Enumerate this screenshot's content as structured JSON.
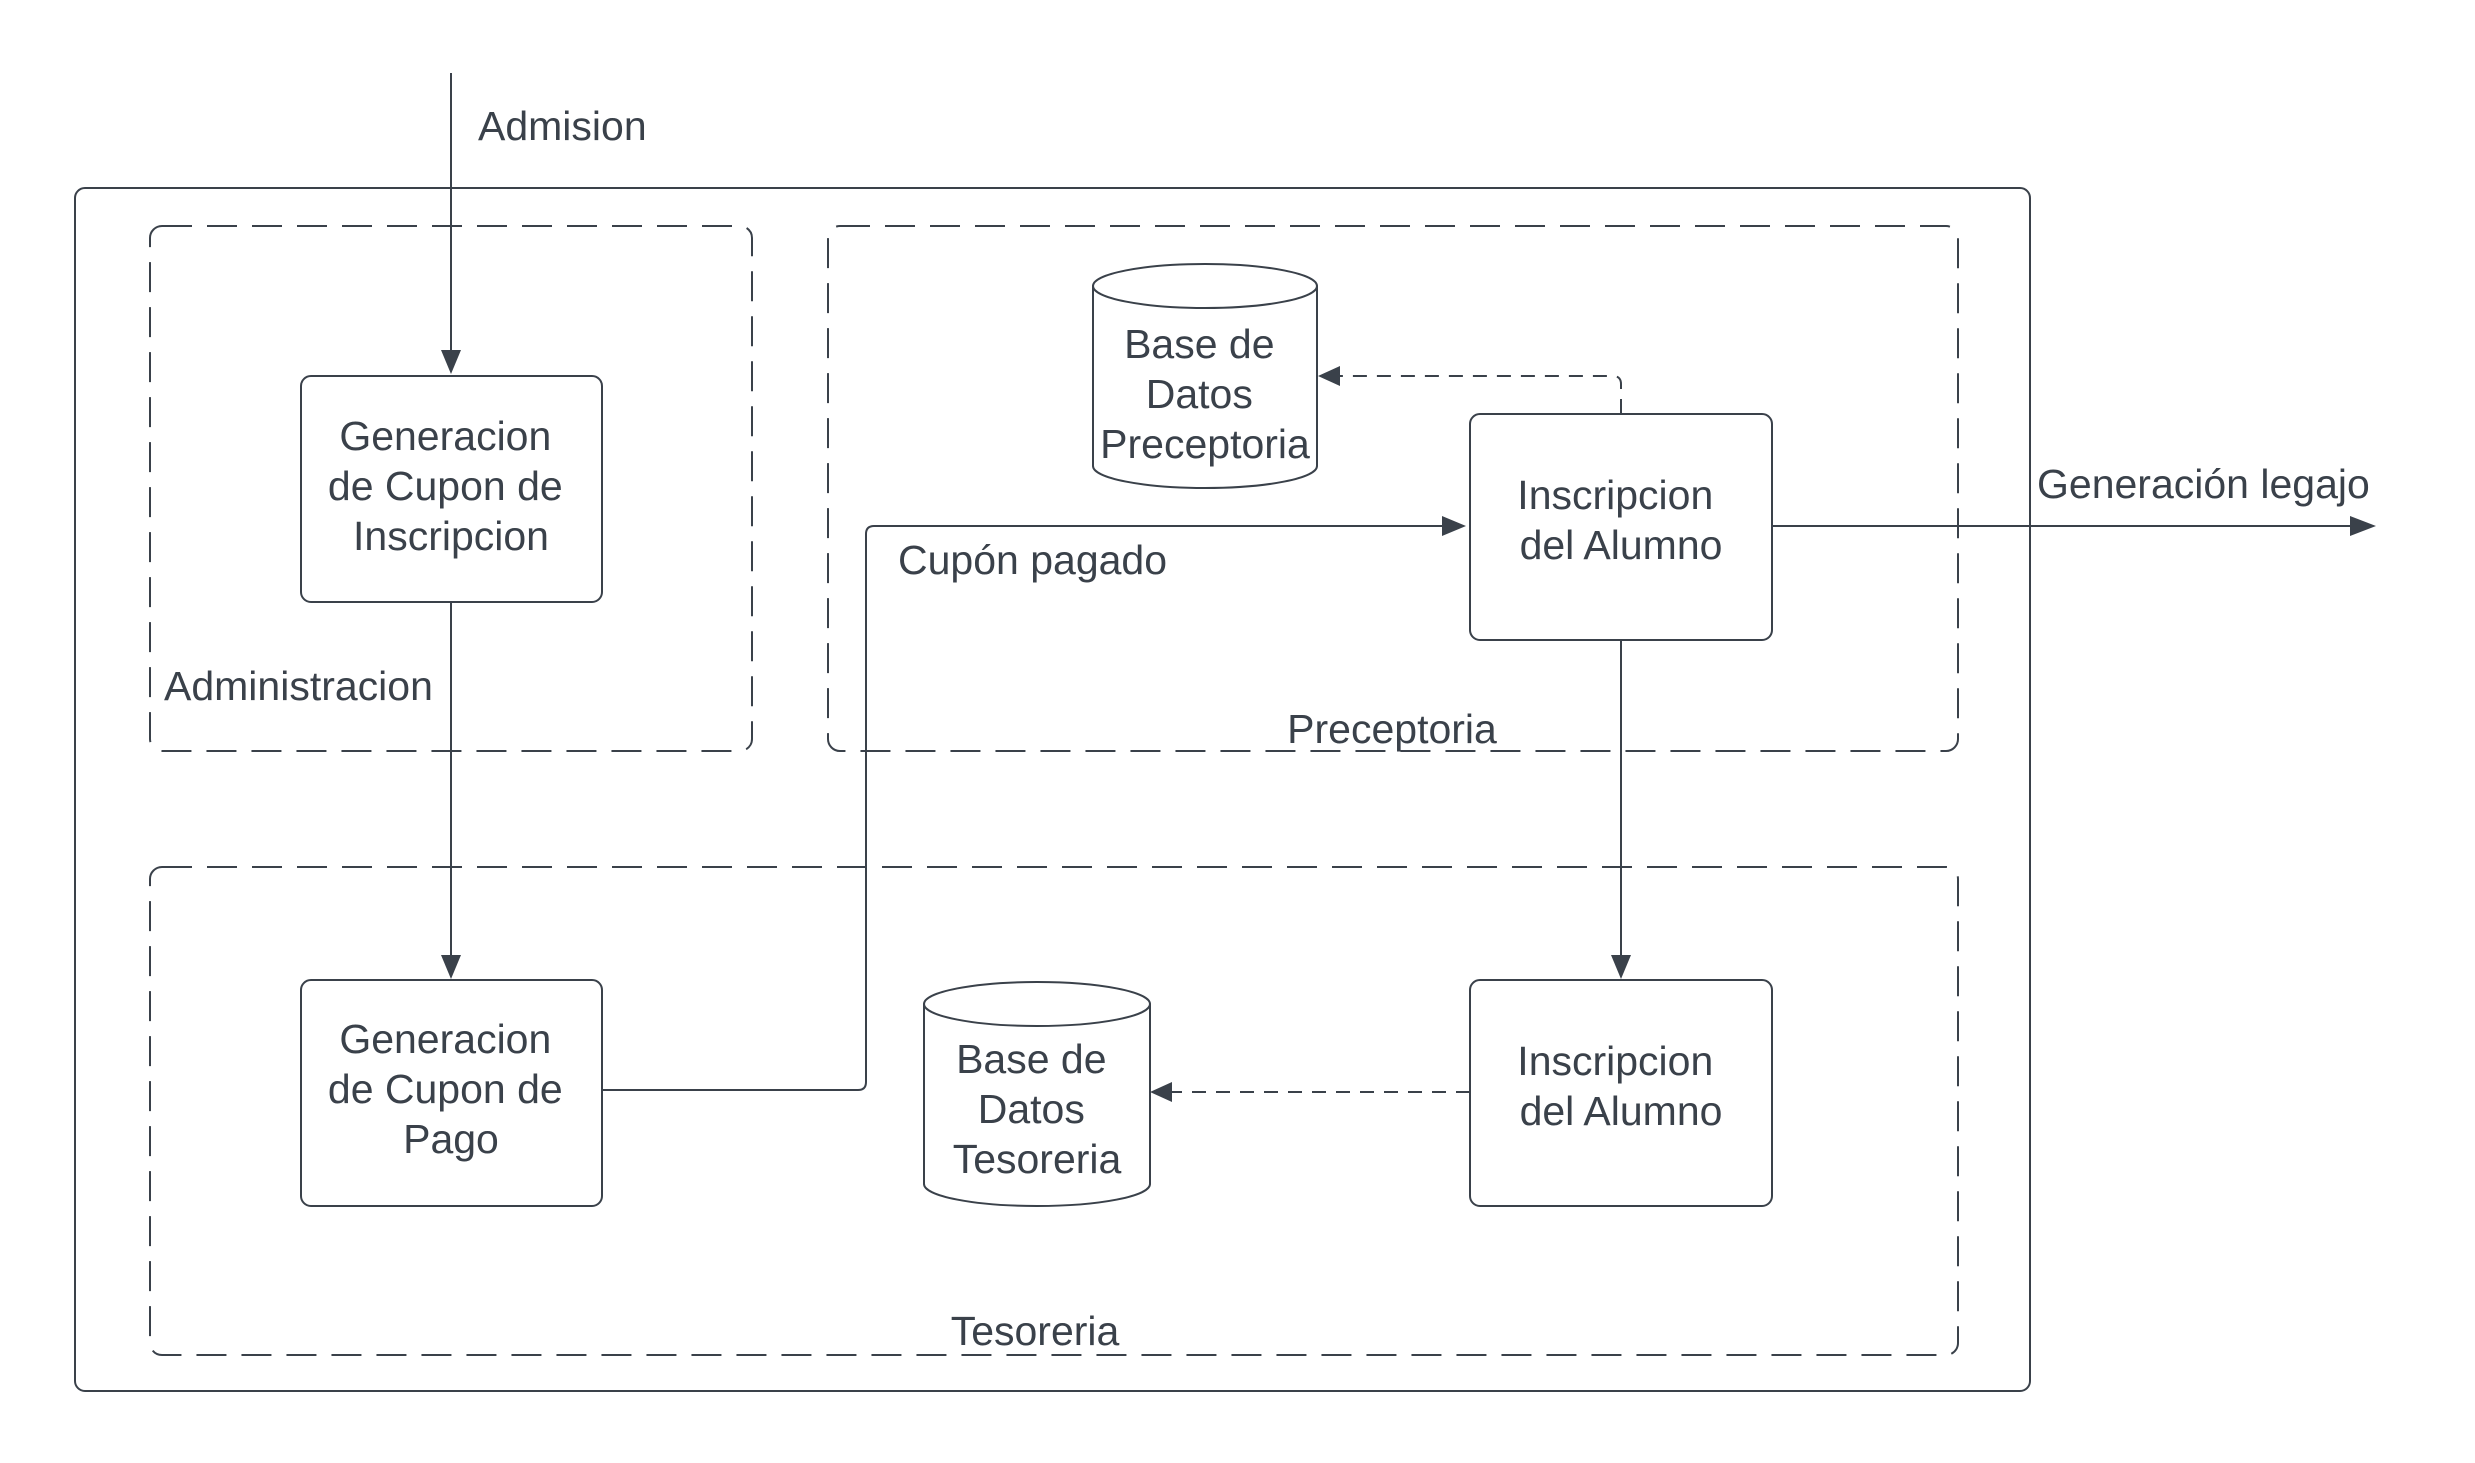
{
  "zones": {
    "administracion": "Administracion",
    "preceptoria": "Preceptoria",
    "tesoreria": "Tesoreria"
  },
  "processes": {
    "cupon_inscripcion": [
      "Generacion",
      "de Cupon de",
      "Inscripcion"
    ],
    "cupon_pago": [
      "Generacion",
      "de Cupon de",
      "Pago"
    ],
    "inscripcion_preceptoria": [
      "Inscripcion",
      "del Alumno"
    ],
    "inscripcion_tesoreria": [
      "Inscripcion",
      "del Alumno"
    ]
  },
  "datastores": {
    "preceptoria": [
      "Base de",
      "Datos",
      "Preceptoria"
    ],
    "tesoreria": [
      "Base de",
      "Datos",
      "Tesoreria"
    ]
  },
  "flows": {
    "admision": "Admision",
    "cupon_pagado": "Cupón pagado",
    "generacion_legajo": "Generación legajo"
  }
}
